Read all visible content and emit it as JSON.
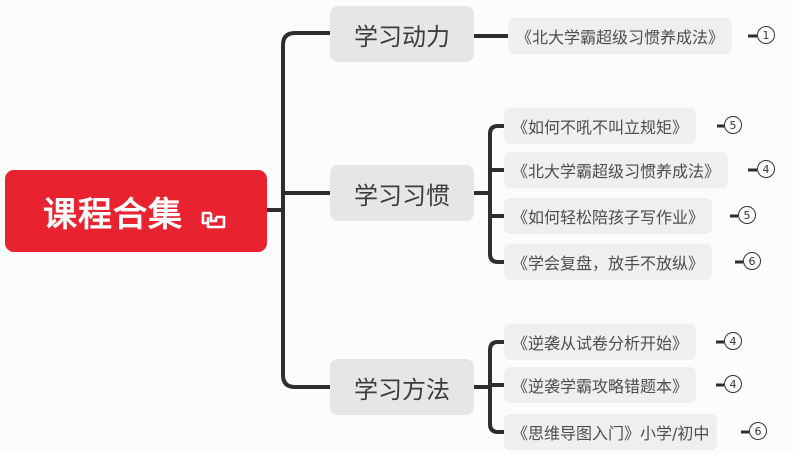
{
  "root": {
    "label": "课程合集",
    "icon": "link-icon",
    "color": "#e8232f"
  },
  "topics": [
    {
      "label": "学习动力",
      "children": [
        {
          "label": "《北大学霸超级习惯养成法》",
          "count": "1"
        }
      ]
    },
    {
      "label": "学习习惯",
      "children": [
        {
          "label": "《如何不吼不叫立规矩》",
          "count": "5"
        },
        {
          "label": "《北大学霸超级习惯养成法》",
          "count": "4"
        },
        {
          "label": "《如何轻松陪孩子写作业》",
          "count": "5"
        },
        {
          "label": "《学会复盘，放手不放纵》",
          "count": "6"
        }
      ]
    },
    {
      "label": "学习方法",
      "children": [
        {
          "label": "《逆袭从试卷分析开始》",
          "count": "4"
        },
        {
          "label": "《逆袭学霸攻略错题本》",
          "count": "4"
        },
        {
          "label": "《思维导图入门》小学/初中",
          "count": "6"
        }
      ]
    }
  ]
}
